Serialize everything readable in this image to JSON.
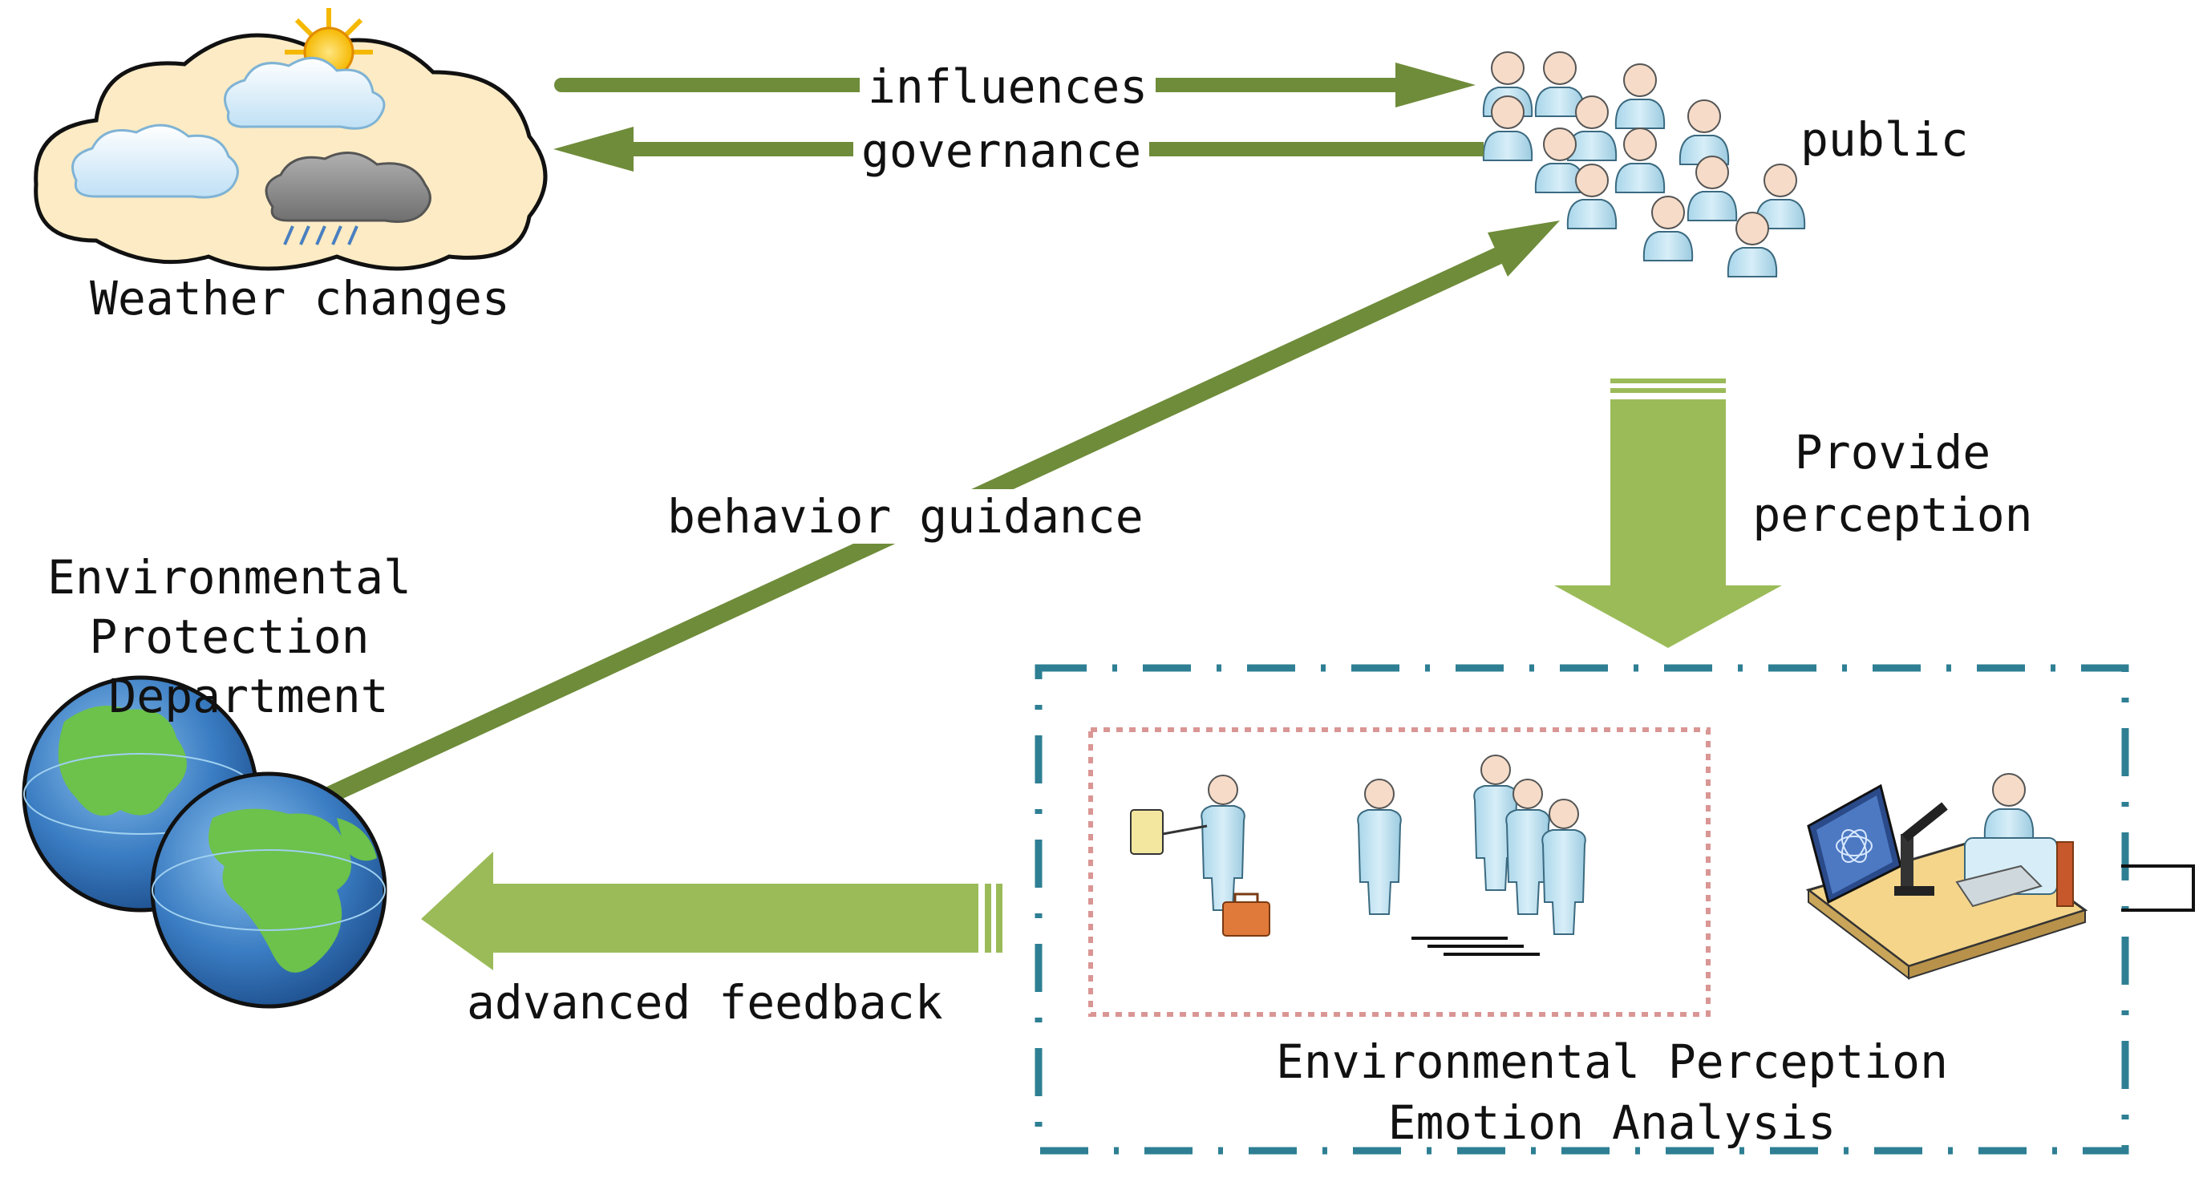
{
  "colors": {
    "arrow_dark": "#6f8c3a",
    "arrow_light": "#9bbb59",
    "analysis_border": "#2e7f93",
    "inner_border": "#d99694",
    "cloud_fill": "#fcebc4",
    "person_fill": "#bfe2f2",
    "earth_ocean": "#2f6db0",
    "earth_land": "#6cc24a"
  },
  "nodes": {
    "weather": {
      "label": "Weather changes",
      "icon": "weather-cloud-icon"
    },
    "public": {
      "label": "public",
      "icon": "crowd-icon"
    },
    "department": {
      "label_lines": [
        "Environmental",
        "Protection",
        "Department"
      ],
      "icon": "globe-icon"
    },
    "analysis": {
      "label_lines": [
        "Environmental Perception",
        "Emotion Analysis"
      ],
      "icon": "analysts-icon"
    }
  },
  "edges": {
    "influences": "influences",
    "governance": "governance",
    "behavior_guidance": "behavior guidance",
    "provide_perception": [
      "Provide",
      "perception"
    ],
    "advanced_feedback": "advanced feedback"
  }
}
